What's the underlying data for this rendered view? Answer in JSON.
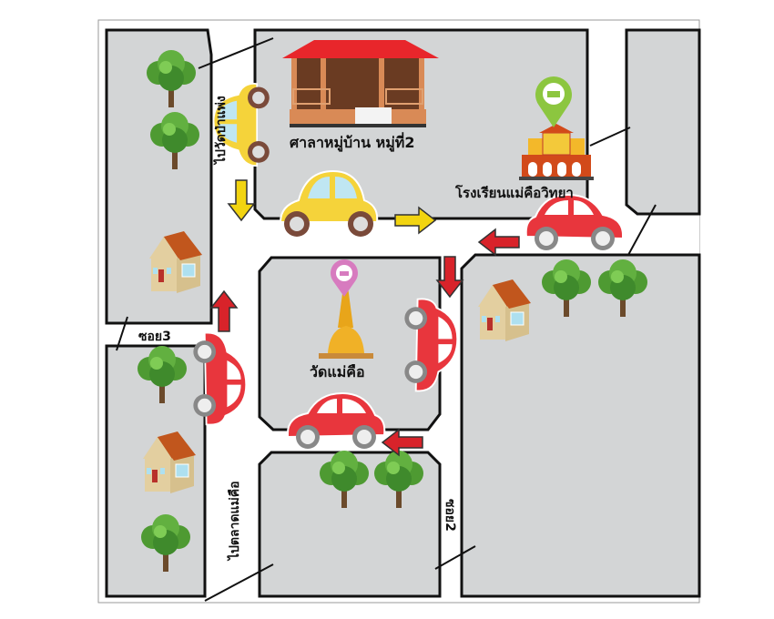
{
  "map": {
    "labels": {
      "to_wat_pa_phaeng": "ไปวัดป่าแพ่ง",
      "village_hall": "ศาลาหมู่บ้าน หมู่ที่2",
      "school": "โรงเรียนแม่คือวิทยา",
      "soi3": "ซอย3",
      "temple": "วัดแม่คือ",
      "to_market": "ไปตลาดแม่คือ",
      "soi2": "ซอย2"
    },
    "colors": {
      "block": "#d3d5d6",
      "road": "#ffffff",
      "red_car": "#e8363d",
      "yellow_car": "#f5d33a",
      "arrow_red": "#d8232a",
      "arrow_yellow": "#f2d410",
      "tree": "#5aa83a",
      "pin_green": "#8cc63f",
      "pin_pink": "#d77bbf"
    }
  }
}
